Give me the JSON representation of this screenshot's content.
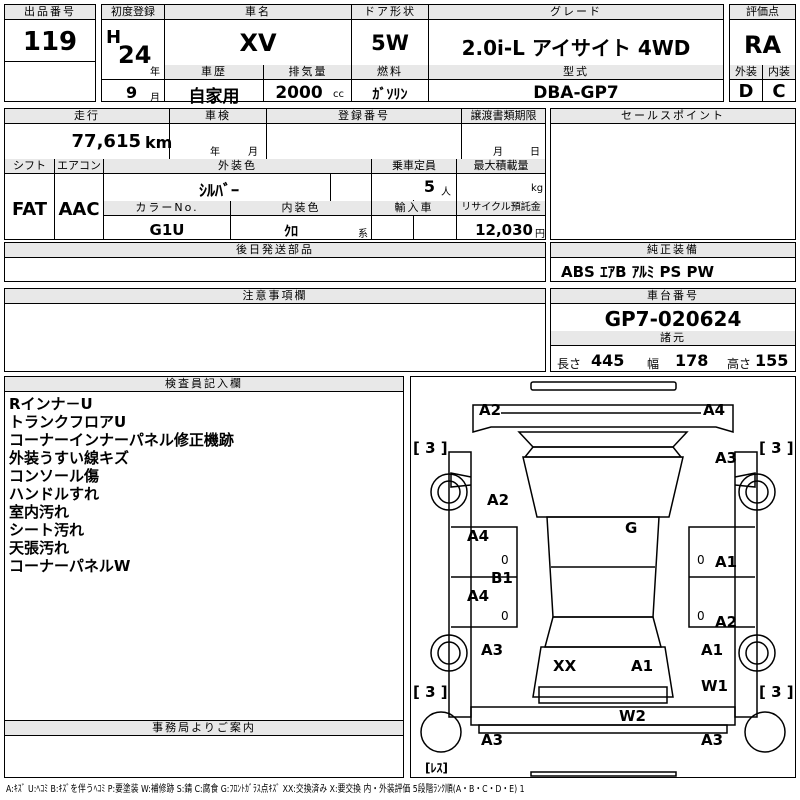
{
  "lot": {
    "label": "出品番号",
    "value": "119"
  },
  "first_reg": {
    "label": "初度登録",
    "era": "H",
    "year": "24",
    "year_unit": "年",
    "month": "9",
    "month_unit": "月"
  },
  "car_name": {
    "label": "車名",
    "value": "XV"
  },
  "door": {
    "label": "ドア形状",
    "value": "5W"
  },
  "grade": {
    "label": "グレード",
    "value": "2.0i-L アイサイト 4WD"
  },
  "score": {
    "label": "評価点",
    "value": "RA"
  },
  "history": {
    "label": "車歴",
    "value": "自家用"
  },
  "displacement": {
    "label": "排気量",
    "value": "2000",
    "unit": "cc"
  },
  "fuel": {
    "label": "燃料",
    "value": "ｶﾞｿﾘﾝ"
  },
  "model": {
    "label": "型式",
    "value": "DBA-GP7"
  },
  "exterior_grade": {
    "label": "外装",
    "value": "D"
  },
  "interior_grade": {
    "label": "内装",
    "value": "C"
  },
  "mileage": {
    "label": "走行",
    "value": "77,615",
    "unit": "km"
  },
  "inspection": {
    "label": "車検",
    "year_unit": "年",
    "month_unit": "月"
  },
  "registration": {
    "label": "登録番号"
  },
  "transfer": {
    "label": "譲渡書類期限",
    "month_unit": "月",
    "day_unit": "日"
  },
  "sales_point": {
    "label": "セールスポイント"
  },
  "shift": {
    "label": "シフト",
    "value": "FAT"
  },
  "aircon": {
    "label": "エアコン",
    "value": "AAC"
  },
  "ext_color": {
    "label": "外装色",
    "value": "ｼﾙﾊﾞｰ"
  },
  "capacity": {
    "label": "乗車定員",
    "value": "5",
    "unit": "人"
  },
  "max_load": {
    "label": "最大積載量",
    "unit": "kg"
  },
  "color_no": {
    "label": "カラーNo.",
    "value": "G1U"
  },
  "int_color": {
    "label": "内装色",
    "value": "ｸﾛ",
    "unit": "系"
  },
  "import": {
    "label": "輸入車"
  },
  "recycle": {
    "label": "リサイクル預託金",
    "value": "12,030",
    "unit": "円"
  },
  "later_parts": {
    "label": "後日発送部品"
  },
  "equipment": {
    "label": "純正装備",
    "value": "ABS ｴｱB ｱﾙﾐ PS PW"
  },
  "caution": {
    "label": "注意事項欄"
  },
  "chassis": {
    "label": "車台番号",
    "value": "GP7-020624"
  },
  "dimensions": {
    "label": "諸元",
    "length_label": "長さ",
    "length": "445",
    "width_label": "幅",
    "width": "178",
    "height_label": "高さ",
    "height": "155"
  },
  "inspector": {
    "label": "検査員記入欄",
    "notes": [
      "Rインナ－U",
      "トランクフロアU",
      "コーナーインナーパネル修正機跡",
      "外装うすい線キズ",
      "コンソール傷",
      "ハンドルすれ",
      "室内汚れ",
      "シート汚れ",
      "天張汚れ",
      "コーナーパネルW"
    ]
  },
  "office": {
    "label": "事務局よりご案内"
  },
  "diagram": {
    "marks": {
      "front_left": "A2",
      "front_right": "A4",
      "tire_fl": "3",
      "tire_fr": "3",
      "fender_r": "A3",
      "hood": "A2",
      "roof": "G",
      "door_fl": "A4",
      "door_rl": "A4",
      "pillar": "B1",
      "door_fr": "A1",
      "door_rr": "A2",
      "qtr_l": "A3",
      "trunk": "XX",
      "trunk_r": "A1",
      "qtr_r": "A1",
      "rear_glass": "W1",
      "tire_rl": "3",
      "tire_rr": "3",
      "bumper": "W2",
      "corner_l": "A3",
      "corner_r": "A3",
      "lesu": "[ﾚｽ]"
    },
    "small": {
      "door_fl_mark": "0",
      "door_rl_mark": "0",
      "door_fr_mark": "0",
      "door_rr_mark": "0"
    }
  },
  "legend": "A:ｷｽﾞ U:ﾍｺﾐ B:ｷｽﾞを伴うﾍｺﾐ P:要塗装 W:補修跡 S:錆 C:腐食 G:ﾌﾛﾝﾄｶﾞﾗｽ点ｷｽﾞ XX:交換済み X:要交換 内・外装評価 5段階ﾗﾝｸ順(A・B・C・D・E) 1"
}
